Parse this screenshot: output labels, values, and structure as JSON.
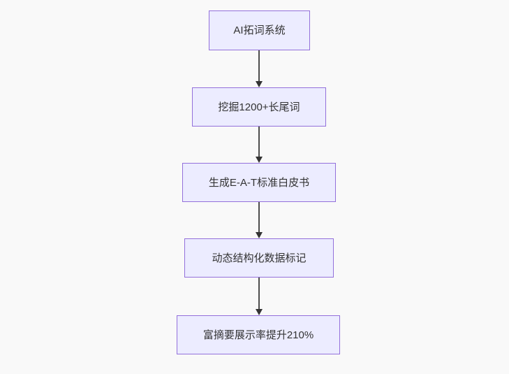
{
  "diagram": {
    "type": "flowchart",
    "direction": "top-to-bottom",
    "colors": {
      "background": "#f9f9f9",
      "node_fill": "#ececff",
      "node_border": "#9370db",
      "node_text": "#333333",
      "edge_line": "#4d4d4d",
      "edge_arrowhead": "#333333"
    },
    "nodes": [
      {
        "label": "AI拓词系统"
      },
      {
        "label": "挖掘1200+长尾词"
      },
      {
        "label": "生成E-A-T标准白皮书"
      },
      {
        "label": "动态结构化数据标记"
      },
      {
        "label": "富摘要展示率提升210%"
      }
    ],
    "edges": [
      {
        "from": 0,
        "to": 1,
        "style": "arrow-down"
      },
      {
        "from": 1,
        "to": 2,
        "style": "arrow-down"
      },
      {
        "from": 2,
        "to": 3,
        "style": "arrow-down"
      },
      {
        "from": 3,
        "to": 4,
        "style": "arrow-down"
      }
    ]
  }
}
